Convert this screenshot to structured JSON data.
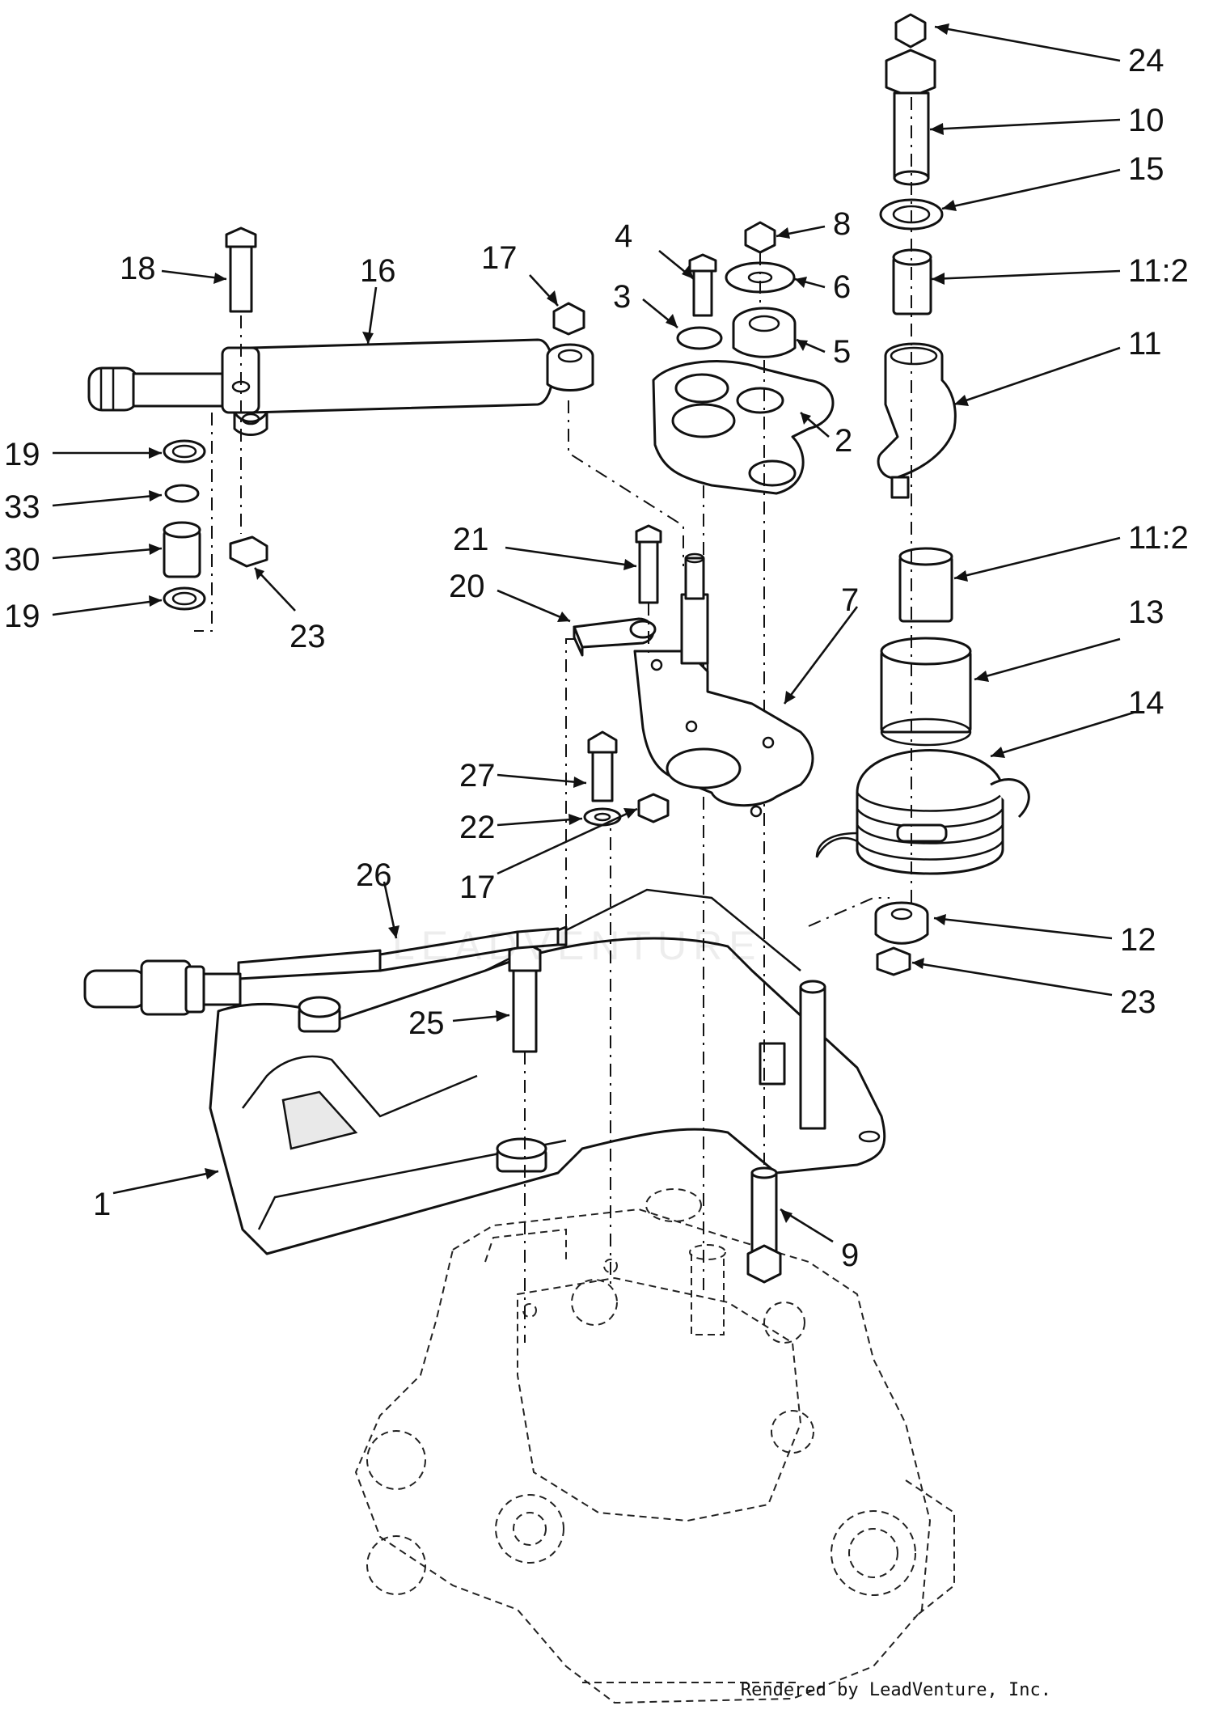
{
  "diagram": {
    "callouts": [
      {
        "id": "c24",
        "label": "24"
      },
      {
        "id": "c10",
        "label": "10"
      },
      {
        "id": "c15",
        "label": "15"
      },
      {
        "id": "c8",
        "label": "8"
      },
      {
        "id": "c4",
        "label": "4"
      },
      {
        "id": "c6",
        "label": "6"
      },
      {
        "id": "c17a",
        "label": "17"
      },
      {
        "id": "c18",
        "label": "18"
      },
      {
        "id": "c16",
        "label": "16"
      },
      {
        "id": "c11-2a",
        "label": "11:2"
      },
      {
        "id": "c3",
        "label": "3"
      },
      {
        "id": "c5",
        "label": "5"
      },
      {
        "id": "c11",
        "label": "11"
      },
      {
        "id": "c2",
        "label": "2"
      },
      {
        "id": "c19a",
        "label": "19"
      },
      {
        "id": "c33",
        "label": "33"
      },
      {
        "id": "c30",
        "label": "30"
      },
      {
        "id": "c19b",
        "label": "19"
      },
      {
        "id": "c23a",
        "label": "23"
      },
      {
        "id": "c21",
        "label": "21"
      },
      {
        "id": "c20",
        "label": "20"
      },
      {
        "id": "c11-2b",
        "label": "11:2"
      },
      {
        "id": "c7",
        "label": "7"
      },
      {
        "id": "c13",
        "label": "13"
      },
      {
        "id": "c14",
        "label": "14"
      },
      {
        "id": "c27",
        "label": "27"
      },
      {
        "id": "c22",
        "label": "22"
      },
      {
        "id": "c17b",
        "label": "17"
      },
      {
        "id": "c26",
        "label": "26"
      },
      {
        "id": "c12",
        "label": "12"
      },
      {
        "id": "c23b",
        "label": "23"
      },
      {
        "id": "c25",
        "label": "25"
      },
      {
        "id": "c1",
        "label": "1"
      },
      {
        "id": "c9",
        "label": "9"
      }
    ],
    "watermark": "LEADVENTURE",
    "credit": "Rendered by LeadVenture, Inc."
  }
}
